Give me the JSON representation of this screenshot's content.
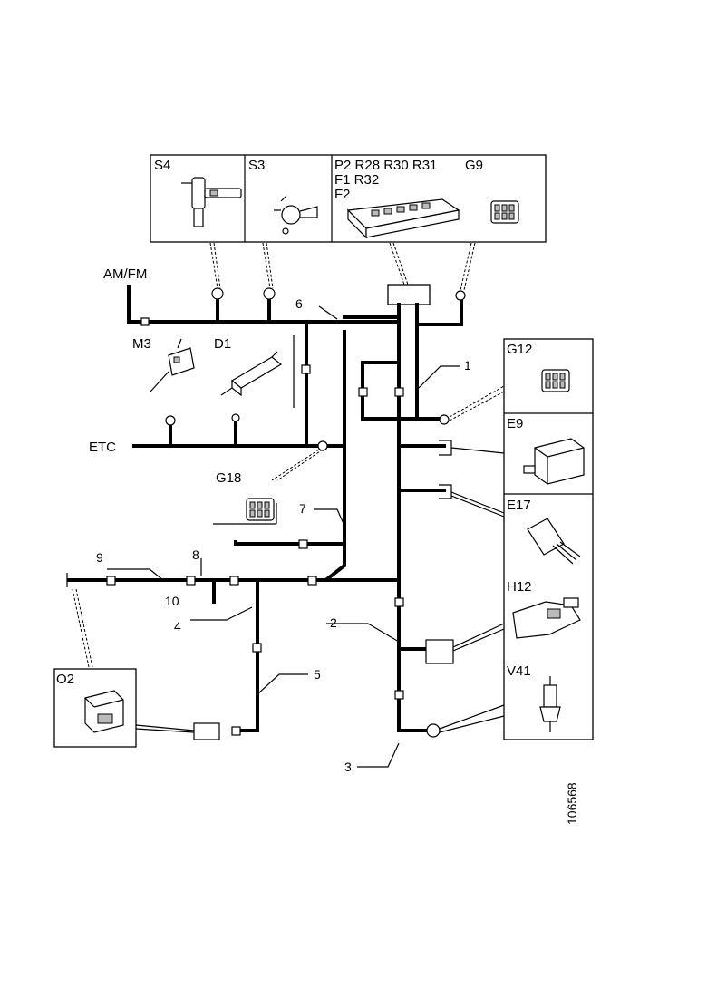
{
  "labels": {
    "am_fm": "AM/FM",
    "m3": "M3",
    "d1": "D1",
    "etc": "ETC",
    "g18": "G18",
    "s4": "S4",
    "s3": "S3",
    "p2_group": "P2 R28 R30 R31",
    "g9": "G9",
    "f1_r32": "F1 R32",
    "f2": "F2",
    "g12": "G12",
    "e9": "E9",
    "e17": "E17",
    "h12": "H12",
    "v41": "V41",
    "o2": "O2",
    "figure_number": "106568"
  },
  "branches": {
    "b1": "1",
    "b2": "2",
    "b3": "3",
    "b4": "4",
    "b5": "5",
    "b6": "6",
    "b7": "7",
    "b8": "8",
    "b9": "9",
    "b10": "10"
  }
}
